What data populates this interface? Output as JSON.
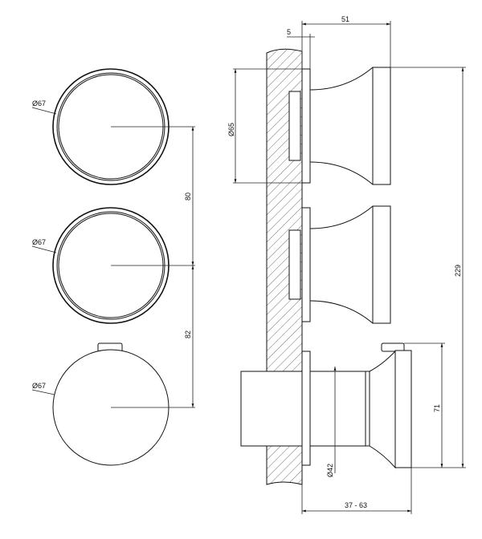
{
  "dimensions": {
    "front_diameter_1": "Ø67",
    "front_diameter_2": "Ø67",
    "front_diameter_3": "Ø67",
    "spacing_top": "80",
    "spacing_bottom": "82",
    "side_depth": "51",
    "plate_thickness": "5",
    "plate_diameter": "Ø65",
    "total_height": "229",
    "handle_height": "71",
    "body_diameter": "Ø42",
    "wall_depth_range": "37 - 63"
  }
}
